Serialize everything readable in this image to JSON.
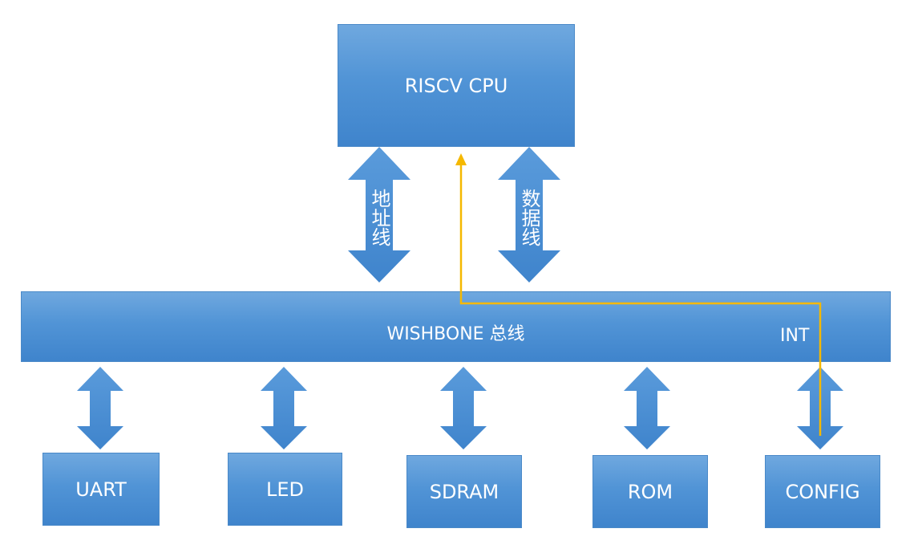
{
  "cpu": {
    "label": "RISCV CPU"
  },
  "bus": {
    "label": "WISHBONE  总线",
    "int_label": "INT"
  },
  "links": {
    "address_label": "地址线",
    "data_label": "数据线"
  },
  "peripherals": [
    {
      "label": "UART"
    },
    {
      "label": "LED"
    },
    {
      "label": "SDRAM"
    },
    {
      "label": "ROM"
    },
    {
      "label": "CONFIG"
    }
  ],
  "colors": {
    "block_fill": "#5194d6",
    "arrow_fill": "#4a8dd3",
    "interrupt_line": "#f5b800",
    "text": "#ffffff"
  }
}
